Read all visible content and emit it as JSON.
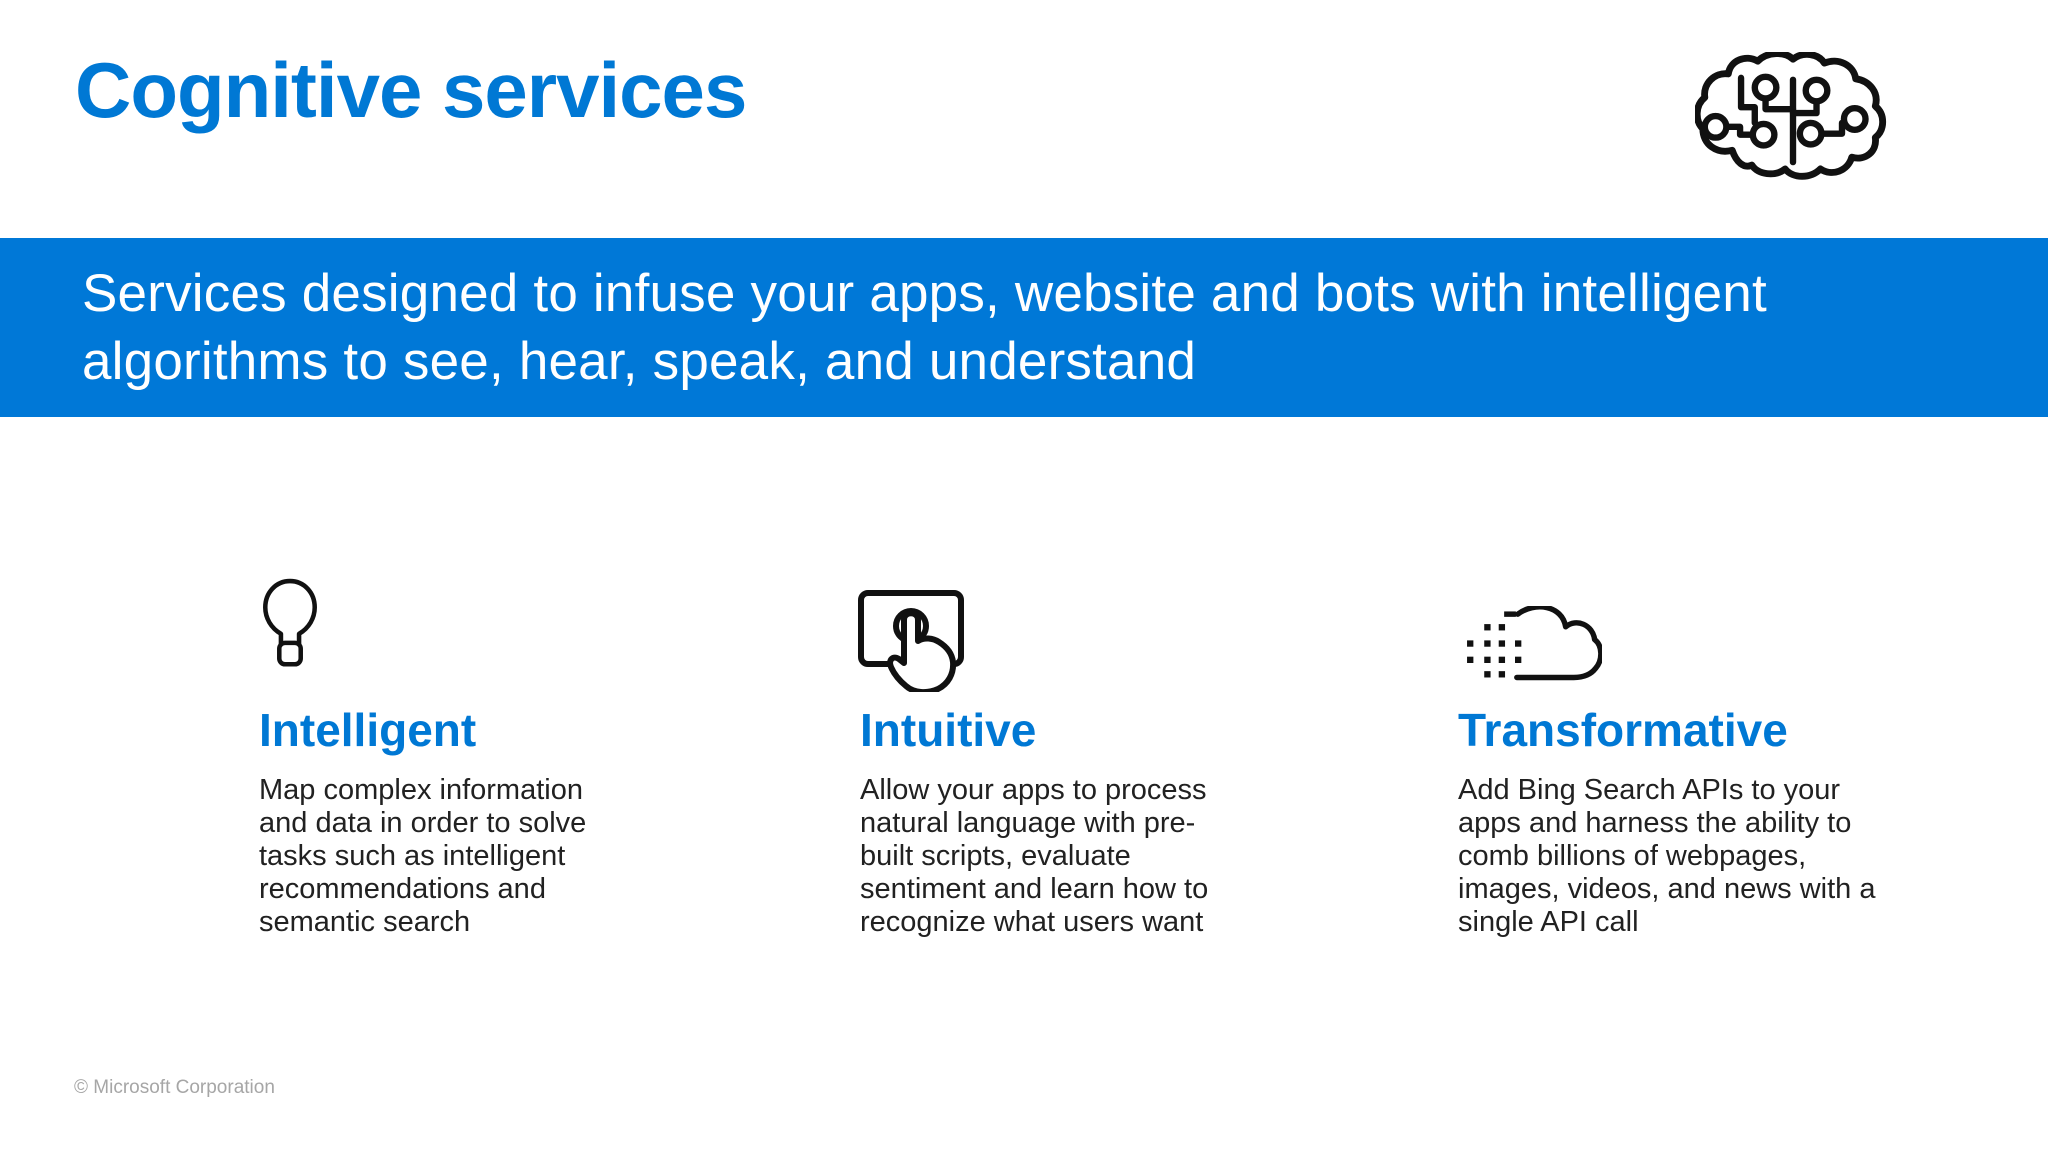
{
  "header": {
    "title": "Cognitive services",
    "logo_icon": "brain-circuit-icon"
  },
  "banner": {
    "text": "Services designed to infuse your apps, website and bots with intelligent algorithms to see, hear, speak, and understand"
  },
  "columns": [
    {
      "icon": "lightbulb-icon",
      "heading": "Intelligent",
      "body": "Map complex information and data in order to solve tasks such as intelligent recommendations and semantic search"
    },
    {
      "icon": "touchscreen-icon",
      "heading": "Intuitive",
      "body": "Allow your apps to process natural language with pre-built scripts, evaluate sentiment and learn how to recognize what users want"
    },
    {
      "icon": "cloud-data-icon",
      "heading": "Transformative",
      "body": "Add Bing Search APIs to your apps and harness the ability to comb billions of webpages, images, videos, and news with a single API call"
    }
  ],
  "footer": {
    "copyright": "© Microsoft Corporation"
  },
  "colors": {
    "accent": "#0078D4",
    "banner_bg": "#0078D7",
    "banner_text": "#FFFFFF",
    "body_text": "#212121",
    "icon_stroke": "#111111",
    "footer_text": "#A6A6A6",
    "page_bg": "#FFFFFF"
  }
}
